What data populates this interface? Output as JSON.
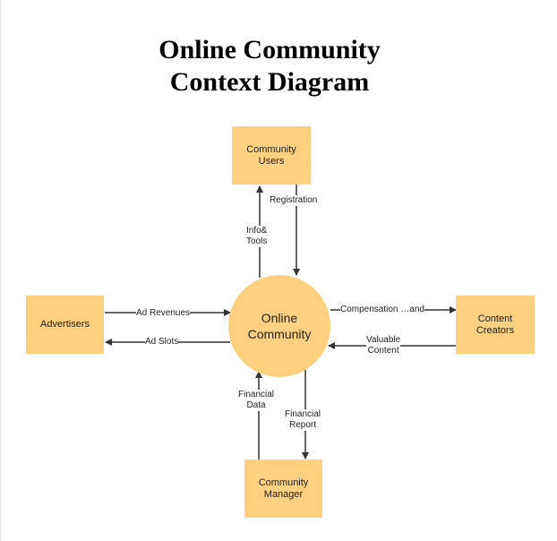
{
  "title": {
    "line1": "Online Community",
    "line2": "Context Diagram"
  },
  "center": {
    "line1": "Online",
    "line2": "Community"
  },
  "entities": {
    "community_users": {
      "line1": "Community",
      "line2": "Users"
    },
    "advertisers": {
      "line1": "Advertisers"
    },
    "content_creators": {
      "line1": "Content",
      "line2": "Creators"
    },
    "community_manager": {
      "line1": "Community",
      "line2": "Manager"
    }
  },
  "flows": {
    "registration": "Registration",
    "info_tools_1": "Info&",
    "info_tools_2": "Tools",
    "ad_revenues": "Ad Revenues",
    "ad_slots": "Ad Slots",
    "compensation": "Compensation …and",
    "valuable_content_1": "Valuable",
    "valuable_content_2": "Content",
    "financial_data_1": "Financial",
    "financial_data_2": "Data",
    "financial_report_1": "Financial",
    "financial_report_2": "Report"
  },
  "colors": {
    "node_fill": "#ffd080",
    "arrow": "#333333"
  }
}
